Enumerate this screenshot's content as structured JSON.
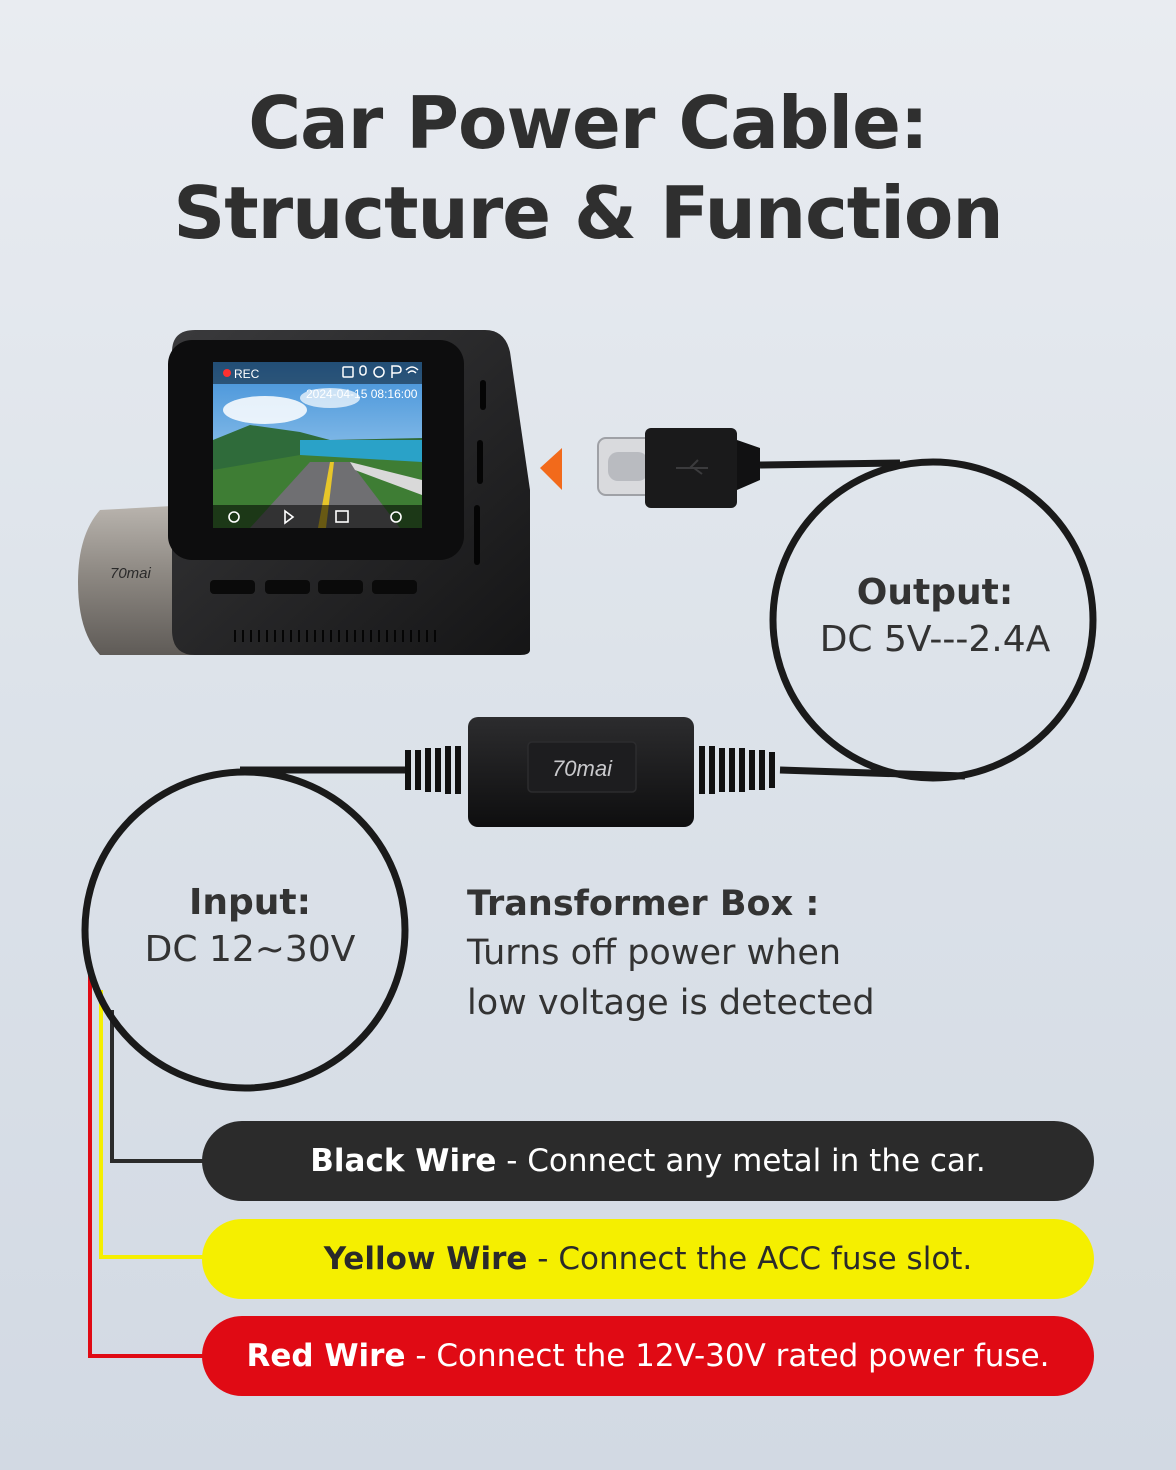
{
  "title": {
    "line1": "Car Power Cable:",
    "line2": "Structure & Function"
  },
  "dashcam": {
    "rec_label": "REC",
    "timestamp": "2024-04-15 08:16:00",
    "brand": "70mai"
  },
  "transformer": {
    "brand": "70mai",
    "heading": "Transformer Box :",
    "desc_line1": "Turns off power when",
    "desc_line2": "low voltage is detected"
  },
  "output": {
    "heading": "Output:",
    "value": "DC 5V---2.4A"
  },
  "input": {
    "heading": "Input:",
    "value": "DC 12~30V"
  },
  "wires": [
    {
      "name": "Black Wire",
      "desc": " - Connect any metal in the car.",
      "color": "#2b2b2b"
    },
    {
      "name": "Yellow Wire",
      "desc": " - Connect the ACC fuse slot.",
      "color": "#f5ef00"
    },
    {
      "name": "Red Wire",
      "desc": " - Connect the 12V-30V rated power fuse.",
      "color": "#e00a14"
    }
  ],
  "colors": {
    "accent_arrow": "#f26a1b",
    "cable": "#1a1a1a"
  },
  "icons": [
    "record-dot-icon",
    "mic-icon",
    "parking-icon",
    "wifi-icon",
    "play-icon",
    "gallery-icon",
    "settings-icon",
    "usb-symbol-icon",
    "arrow-left-icon"
  ]
}
